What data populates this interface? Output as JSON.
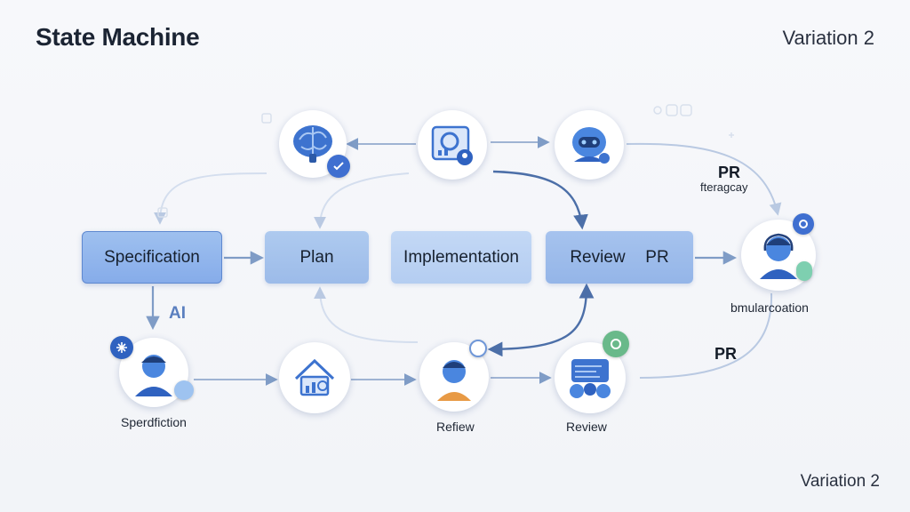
{
  "header": {
    "title": "State Machine",
    "variation": "Variation 2"
  },
  "footer": {
    "variation": "Variation 2"
  },
  "states": {
    "specification": "Specification",
    "plan": "Plan",
    "implementation": "Implementation",
    "review": "Review",
    "review_pr": "PR"
  },
  "labels": {
    "pr_top": "PR",
    "pr_top_sub": "fteragcay",
    "simulation": "bmularcoation",
    "pr_bottom": "PR",
    "ai": "AI",
    "spec_bottom": "Sperdfiction",
    "refiew": "Refiew",
    "review_bottom": "Review"
  },
  "colors": {
    "accent": "#4a7fd6",
    "arrow": "#7f9cc6",
    "box_dark": "#86acea",
    "box_light": "#c3d8f5"
  }
}
